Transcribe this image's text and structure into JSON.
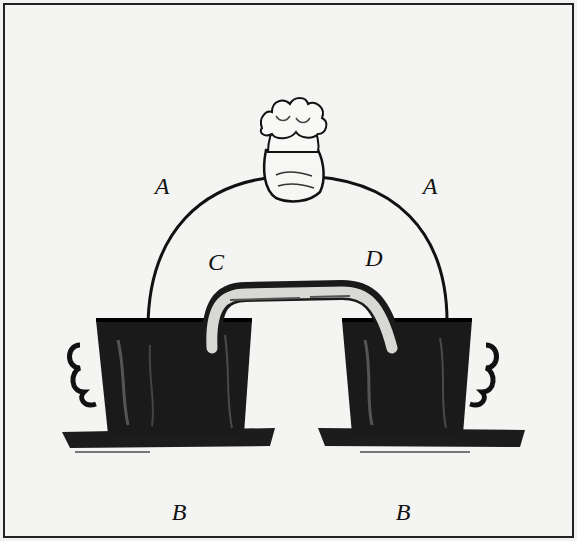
{
  "diagram": {
    "labels": [
      "A",
      "A",
      "C",
      "D",
      "B",
      "B"
    ]
  }
}
